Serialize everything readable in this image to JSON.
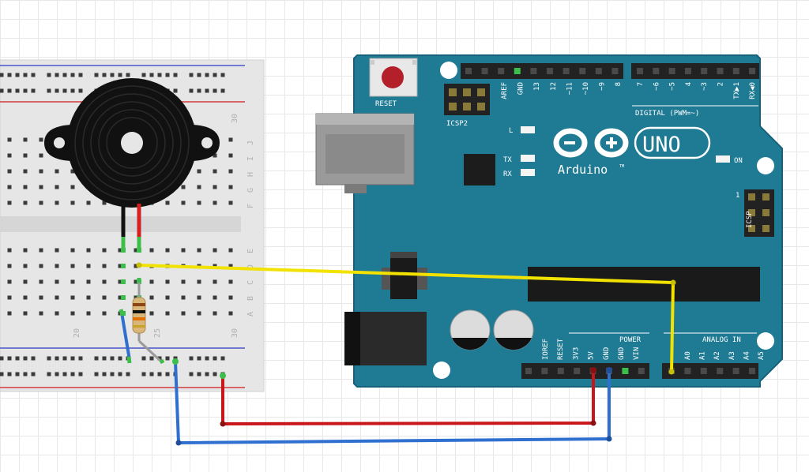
{
  "breadboard": {
    "row_letters_top": [
      "J",
      "I",
      "H",
      "G",
      "F"
    ],
    "row_letters_bottom": [
      "E",
      "D",
      "C",
      "B",
      "A"
    ],
    "col_label_30_top": "30",
    "col_label_20": "20",
    "col_label_25": "25",
    "col_label_30_bottom": "30"
  },
  "arduino": {
    "reset_label": "RESET",
    "icsp2_label": "ICSP2",
    "icsp_label": "ICSP",
    "icsp_pin1": "1",
    "led_l": "L",
    "led_tx": "TX",
    "led_rx": "RX",
    "led_on": "ON",
    "logo_text": "Arduino",
    "logo_tm": "TM",
    "model": "UNO",
    "digital_label": "DIGITAL (PWM=~)",
    "power_label": "POWER",
    "analog_label": "ANALOG IN",
    "top_pins_left": [
      "AREF",
      "GND",
      "13",
      "12",
      "~11",
      "~10",
      "~9",
      "8"
    ],
    "top_pins_right": [
      "7",
      "~6",
      "~5",
      "4",
      "~3",
      "2",
      "TX▶1",
      "RX◀0"
    ],
    "power_pins": [
      "IOREF",
      "RESET",
      "3V3",
      "5V",
      "GND",
      "GND",
      "VIN"
    ],
    "analog_pins": [
      "A0",
      "A1",
      "A2",
      "A3",
      "A4",
      "A5"
    ]
  },
  "colors": {
    "board": "#1f7a94",
    "board_edge": "#15627a",
    "wire_red": "#c8161b",
    "wire_blue": "#2f6fd0",
    "wire_yellow": "#f2e200",
    "wire_green": "#3cbf4a",
    "rail_red": "#d43b3b",
    "rail_blue": "#4a55c8"
  }
}
